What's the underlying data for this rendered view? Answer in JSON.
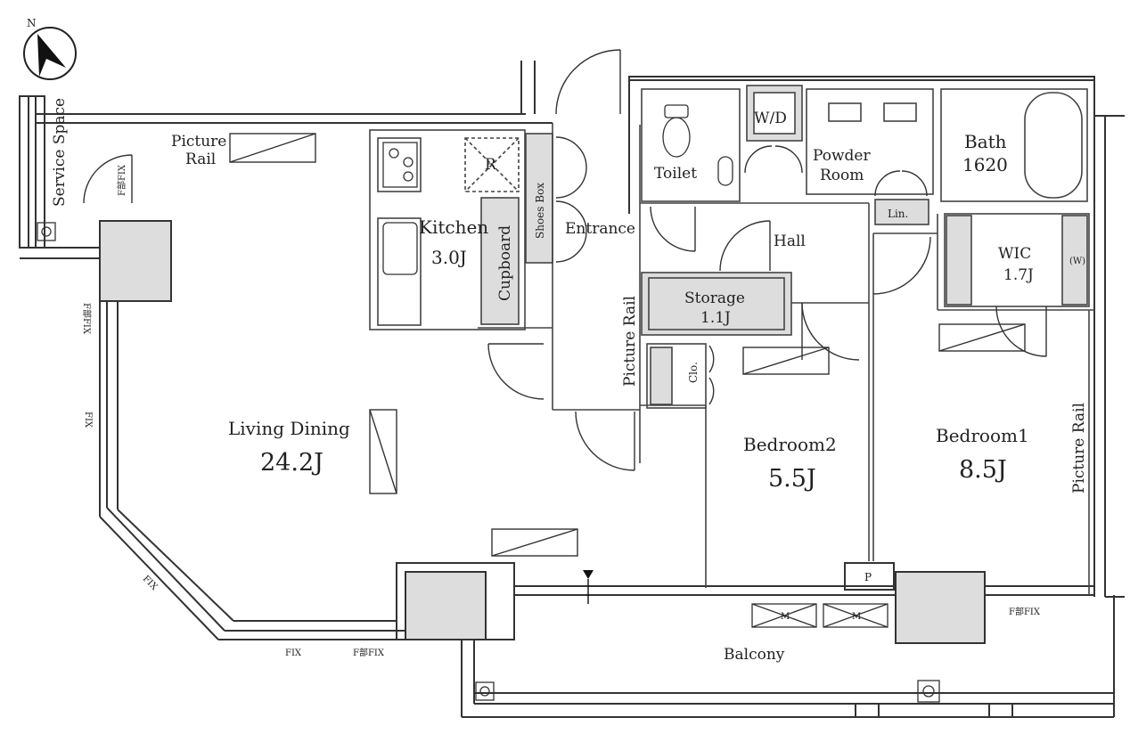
{
  "compass": {
    "north_label": "N"
  },
  "rooms": {
    "service_space": "Service Space",
    "picture_rail_ld": [
      "Picture",
      "Rail"
    ],
    "kitchen": {
      "name": "Kitchen",
      "size": "3.0J"
    },
    "fridge": "R",
    "cupboard": "Cupboard",
    "shoes_box": "Shoes Box",
    "entrance": "Entrance",
    "toilet": "Toilet",
    "wd": "W/D",
    "powder_room": [
      "Powder",
      "Room"
    ],
    "bath": {
      "name": "Bath",
      "size": "1620"
    },
    "lin": "Lin.",
    "hall": "Hall",
    "storage": {
      "name": "Storage",
      "size": "1.1J"
    },
    "clo": "Clo.",
    "picture_rail_ent": "Picture Rail",
    "wic": {
      "name": "WIC",
      "size": "1.7J"
    },
    "wic_small": "(W)",
    "living_dining": {
      "name": "Living Dining",
      "size": "24.2J"
    },
    "bedroom2": {
      "name": "Bedroom2",
      "size": "5.5J"
    },
    "bedroom1": {
      "name": "Bedroom1",
      "size": "8.5J"
    },
    "picture_rail_b1": "Picture Rail",
    "balcony": "Balcony",
    "pipe_space": "P",
    "ac_unit_label": "M"
  },
  "window_notes": {
    "fix_service": "F部FIX",
    "fix_left_upper": "F部FIX",
    "fix_left_mid": "FIX",
    "fix_diagonal": "FIX",
    "fix_bottom": "FIX",
    "fix_bottom_lower": "F部FIX",
    "fix_right": "F部FIX"
  }
}
